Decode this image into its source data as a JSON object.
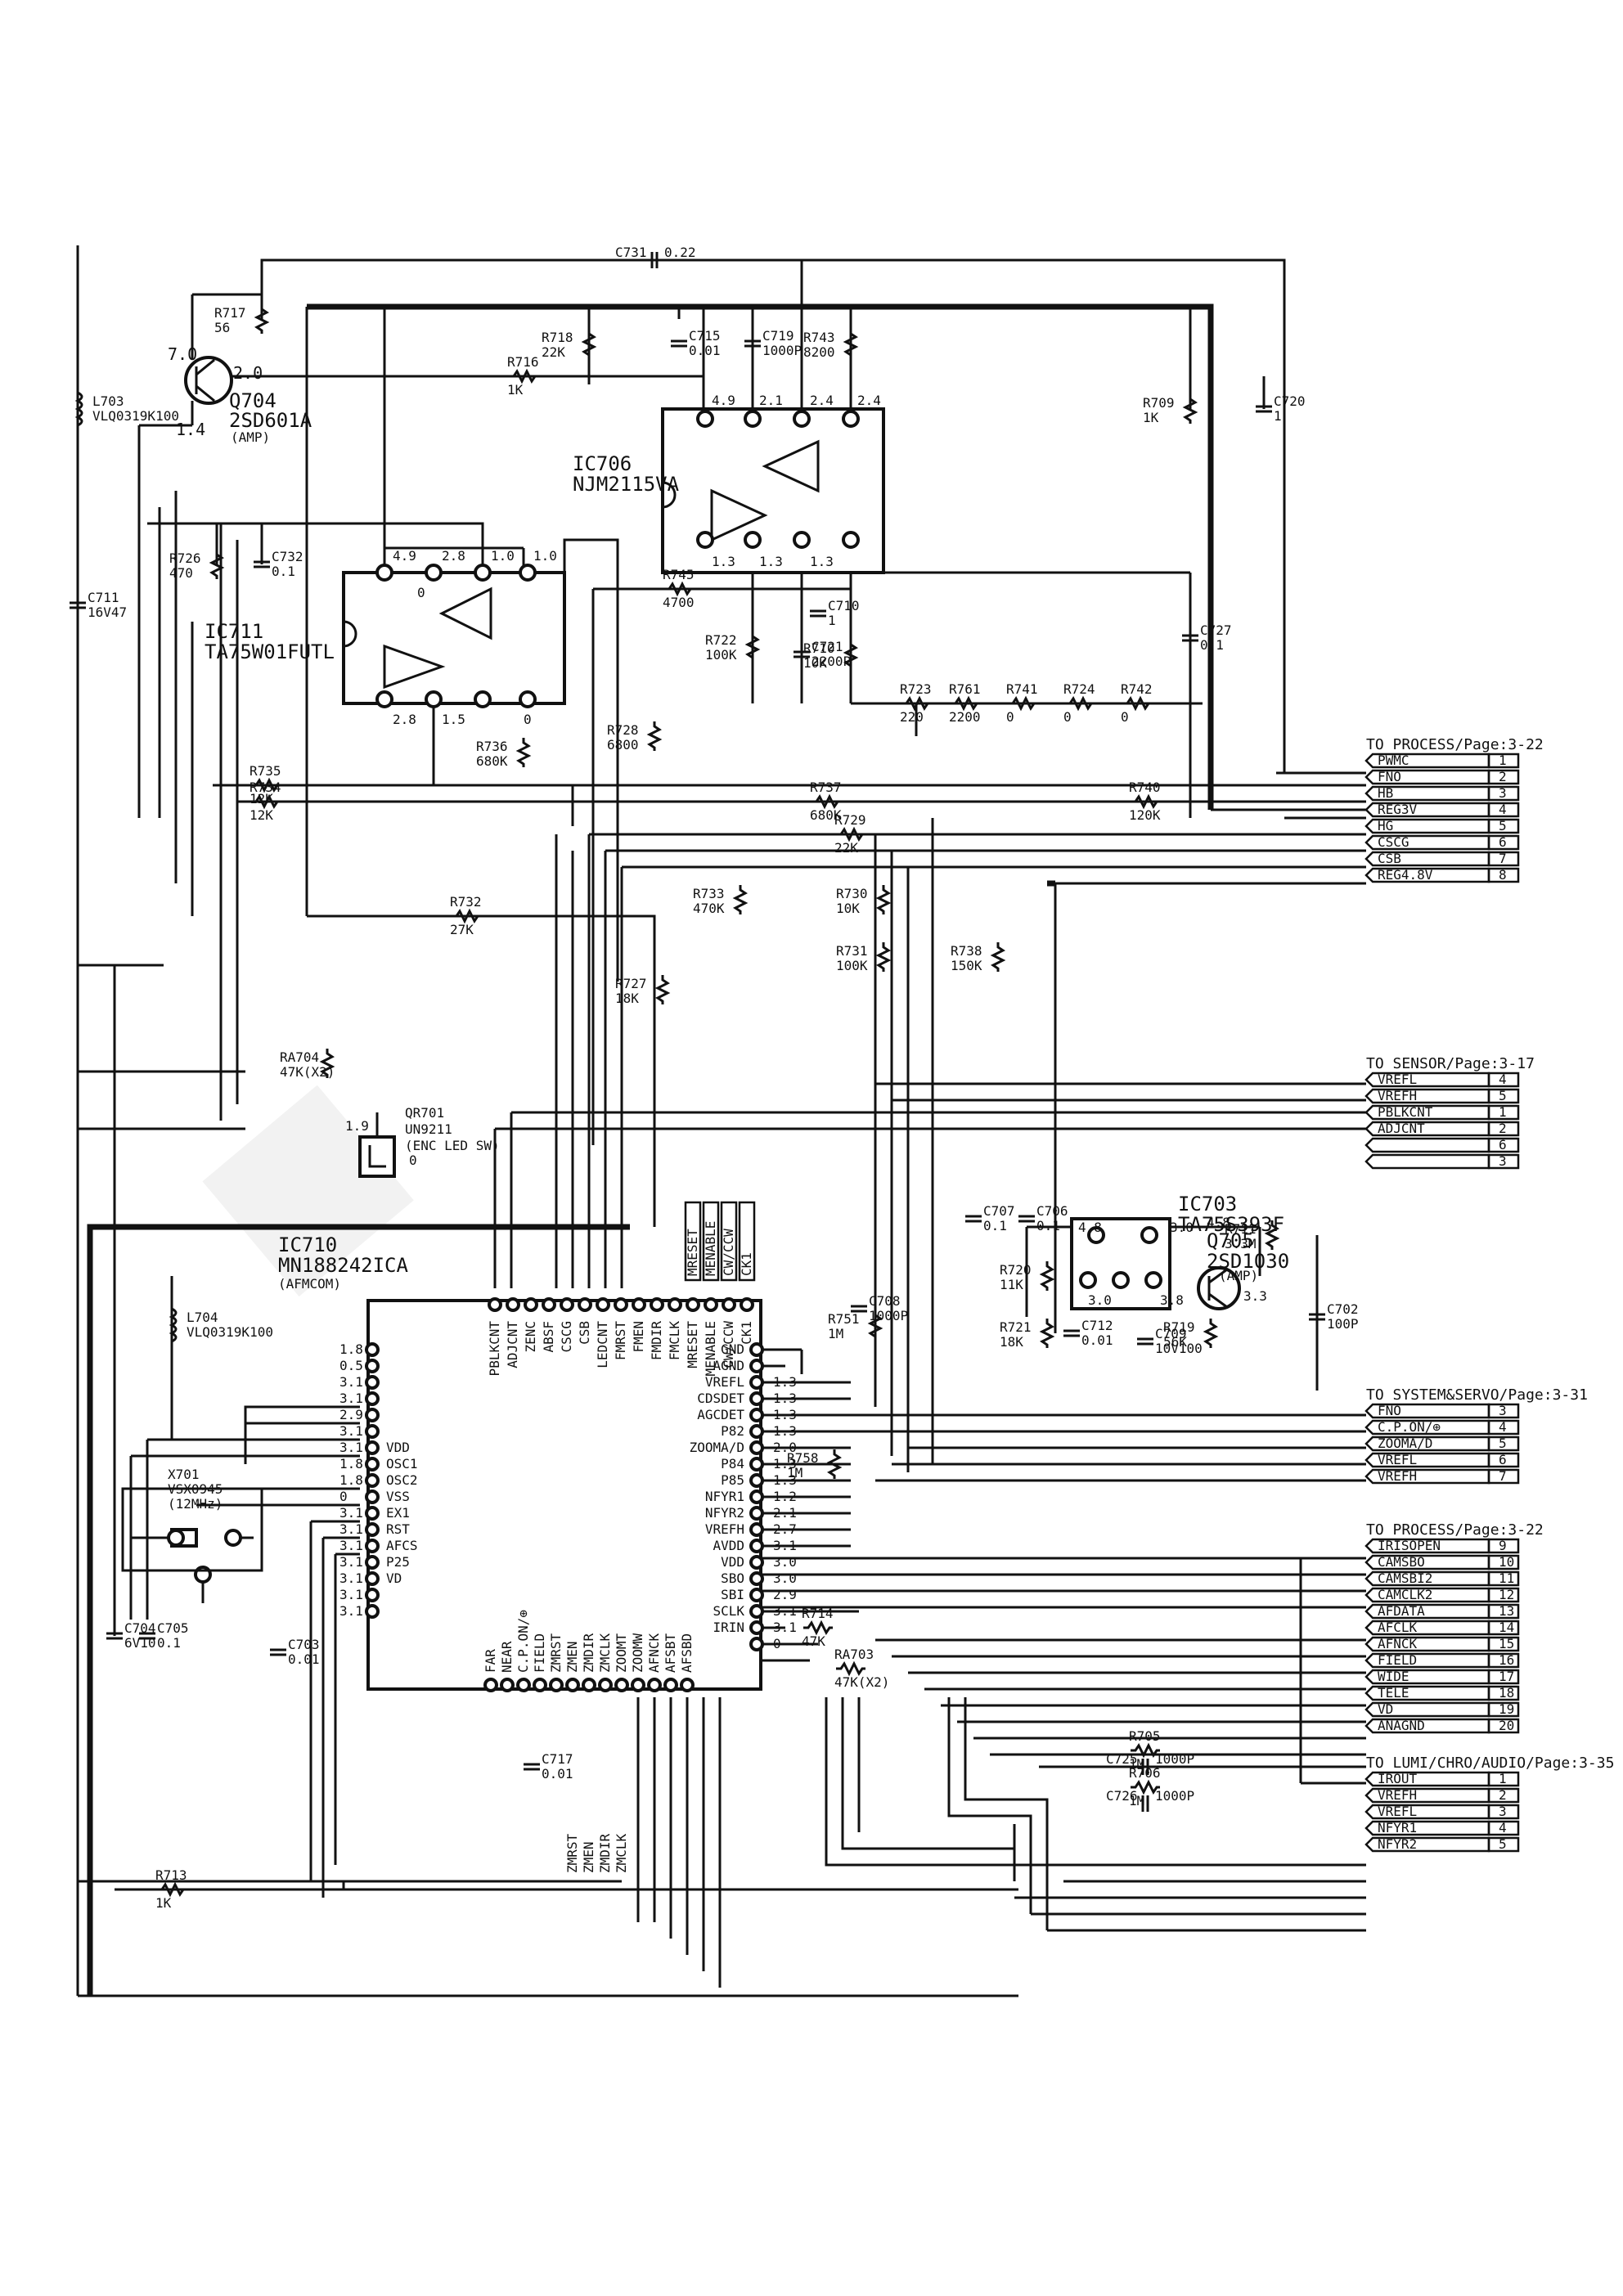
{
  "transistors": {
    "q704": {
      "ref": "Q704",
      "part": "2SD601A",
      "note": "(AMP)",
      "volt_c": "7.0",
      "volt_b": "2.0",
      "volt_e": "1.4"
    },
    "q705": {
      "ref": "Q705",
      "part": "2SD1030",
      "note": "(AMP)",
      "volt_a": "4.8",
      "volt_e": "3.3"
    },
    "qr701": {
      "ref": "QR701",
      "part": "UN9211",
      "note": "(ENC LED SW)",
      "volt_in": "1.9",
      "volt_out": "0"
    }
  },
  "ics": {
    "ic706": {
      "ref": "IC706",
      "part": "NJM2115VA",
      "pin_volts_top": [
        "4.9",
        "2.1",
        "2.4",
        "2.4"
      ],
      "pin_volts_bottom": [
        "1.3",
        "1.3",
        "1.3"
      ]
    },
    "ic711": {
      "ref": "IC711",
      "part": "TA75W01FUTL",
      "pin_volts_top": [
        "4.9",
        "2.8",
        "1.0",
        "1.0"
      ],
      "pin_volts_bottom": [
        "2.8",
        "1.5",
        "0"
      ],
      "pin_mid": "0"
    },
    "ic703": {
      "ref": "IC703",
      "part": "TA75S393F",
      "pin_volts": [
        "4.8",
        "3.0",
        "3.0",
        "3.8"
      ]
    },
    "ic710": {
      "ref": "IC710",
      "part": "MN188242ICA",
      "note": "(AFMCOM)",
      "left_pins": [
        {
          "v": "1.8",
          "name": ""
        },
        {
          "v": "0.5",
          "name": ""
        },
        {
          "v": "3.1",
          "name": ""
        },
        {
          "v": "3.1",
          "name": ""
        },
        {
          "v": "2.9",
          "name": ""
        },
        {
          "v": "3.1",
          "name": ""
        },
        {
          "v": "3.1",
          "name": "VDD"
        },
        {
          "v": "1.8",
          "name": "OSC1"
        },
        {
          "v": "1.8",
          "name": "OSC2"
        },
        {
          "v": "0",
          "name": "VSS"
        },
        {
          "v": "3.1",
          "name": "EX1"
        },
        {
          "v": "3.1",
          "name": "RST"
        },
        {
          "v": "3.1",
          "name": "AFCS"
        },
        {
          "v": "3.1",
          "name": "P25"
        },
        {
          "v": "3.1",
          "name": "VD"
        },
        {
          "v": "3.1",
          "name": ""
        },
        {
          "v": "3.1",
          "name": ""
        }
      ],
      "right_pins": [
        {
          "name": "GND",
          "v": ""
        },
        {
          "name": "AGND",
          "v": ""
        },
        {
          "name": "VREFL",
          "v": "1.3"
        },
        {
          "name": "CDSDET",
          "v": "1.3"
        },
        {
          "name": "AGCDET",
          "v": "1.3"
        },
        {
          "name": "P82",
          "v": "1.3"
        },
        {
          "name": "ZOOMA/D",
          "v": "2.0"
        },
        {
          "name": "P84",
          "v": "1.3"
        },
        {
          "name": "P85",
          "v": "1.3"
        },
        {
          "name": "NFYR1",
          "v": "1.2"
        },
        {
          "name": "NFYR2",
          "v": "2.1"
        },
        {
          "name": "VREFH",
          "v": "2.7"
        },
        {
          "name": "AVDD",
          "v": "3.1"
        },
        {
          "name": "VDD",
          "v": "3.0"
        },
        {
          "name": "SBO",
          "v": "3.0"
        },
        {
          "name": "SBI",
          "v": "2.9"
        },
        {
          "name": "SCLK",
          "v": "3.1"
        },
        {
          "name": "IRIN",
          "v": "3.1"
        },
        {
          "name": "",
          "v": "0"
        }
      ],
      "top_labels": [
        "PBLKCNT",
        "ADJCNT",
        "ZENC",
        "ABSF",
        "CSCG",
        "CSB",
        "LEDCNT",
        "FMRST",
        "FMEN",
        "FMDIR",
        "FMCLK"
      ],
      "top_boxed": [
        "MRESET",
        "MENABLE",
        "CW/CCW",
        "CK1"
      ],
      "bottom_labels": [
        "FAR",
        "NEAR",
        "C.P.ON/⊕",
        "FIELD",
        "ZMRST",
        "ZMEN",
        "ZMDIR",
        "ZMCLK",
        "ZOOMT",
        "ZOOMW",
        "AFNCK",
        "AFSBT",
        "AFSBD"
      ],
      "bottom_out": [
        "ZMRST",
        "ZMEN",
        "ZMDIR",
        "ZMCLK"
      ]
    }
  },
  "resistors": [
    {
      "ref": "R717",
      "val": "56"
    },
    {
      "ref": "R718",
      "val": "22K"
    },
    {
      "ref": "R716",
      "val": "1K"
    },
    {
      "ref": "R743",
      "val": "8200"
    },
    {
      "ref": "R709",
      "val": "1K"
    },
    {
      "ref": "R726",
      "val": "470"
    },
    {
      "ref": "R745",
      "val": "4700"
    },
    {
      "ref": "R722",
      "val": "100K"
    },
    {
      "ref": "R710",
      "val": "10K"
    },
    {
      "ref": "R723",
      "val": "220"
    },
    {
      "ref": "R761",
      "val": "2200"
    },
    {
      "ref": "R741",
      "val": "0"
    },
    {
      "ref": "R724",
      "val": "0"
    },
    {
      "ref": "R742",
      "val": "0"
    },
    {
      "ref": "R728",
      "val": "6800"
    },
    {
      "ref": "R736",
      "val": "680K"
    },
    {
      "ref": "R735",
      "val": "12K"
    },
    {
      "ref": "R734",
      "val": "12K"
    },
    {
      "ref": "R737",
      "val": "680K"
    },
    {
      "ref": "R740",
      "val": "120K"
    },
    {
      "ref": "R729",
      "val": "22K"
    },
    {
      "ref": "R732",
      "val": "27K"
    },
    {
      "ref": "R733",
      "val": "470K"
    },
    {
      "ref": "R730",
      "val": "10K"
    },
    {
      "ref": "R731",
      "val": "100K"
    },
    {
      "ref": "R738",
      "val": "150K"
    },
    {
      "ref": "R727",
      "val": "18K"
    },
    {
      "ref": "R711",
      "val": "3.3M"
    },
    {
      "ref": "R720",
      "val": "11K"
    },
    {
      "ref": "R721",
      "val": "18K"
    },
    {
      "ref": "R719",
      "val": "56K"
    },
    {
      "ref": "R751",
      "val": "1M"
    },
    {
      "ref": "R758",
      "val": "1M"
    },
    {
      "ref": "R714",
      "val": "47K"
    },
    {
      "ref": "R713",
      "val": "1K"
    },
    {
      "ref": "R705",
      "val": "1M"
    },
    {
      "ref": "R706",
      "val": "1M"
    },
    {
      "ref": "RA704",
      "val": "47K(X2)"
    },
    {
      "ref": "RA703",
      "val": "47K(X2)"
    }
  ],
  "capacitors": [
    {
      "ref": "C731",
      "val": "0.22"
    },
    {
      "ref": "C715",
      "val": "0.01"
    },
    {
      "ref": "C719",
      "val": "1000P"
    },
    {
      "ref": "C720",
      "val": "1"
    },
    {
      "ref": "C732",
      "val": "0.1"
    },
    {
      "ref": "C711",
      "val": "16V47"
    },
    {
      "ref": "C710",
      "val": "1"
    },
    {
      "ref": "C721",
      "val": "2200P"
    },
    {
      "ref": "C727",
      "val": "0.1"
    },
    {
      "ref": "C707",
      "val": "0.1"
    },
    {
      "ref": "C706",
      "val": "0.1"
    },
    {
      "ref": "C712",
      "val": "0.01"
    },
    {
      "ref": "C709",
      "val": "10V100"
    },
    {
      "ref": "C702",
      "val": "100P"
    },
    {
      "ref": "C708",
      "val": "1000P"
    },
    {
      "ref": "C704",
      "val": "6V10"
    },
    {
      "ref": "C705",
      "val": "0.1"
    },
    {
      "ref": "C703",
      "val": "0.01"
    },
    {
      "ref": "C717",
      "val": "0.01"
    },
    {
      "ref": "C725",
      "val": "1000P"
    },
    {
      "ref": "C726",
      "val": "1000P"
    }
  ],
  "coils": [
    {
      "ref": "L703",
      "val": "VLQ0319K100"
    },
    {
      "ref": "L704",
      "val": "VLQ0319K100"
    }
  ],
  "crystal": {
    "ref": "X701",
    "part": "VSX0945",
    "freq": "(12MHz)"
  },
  "connectors": [
    {
      "title": "TO PROCESS/Page:3-22",
      "rows": [
        {
          "sig": "PWMC",
          "pin": "1"
        },
        {
          "sig": "FNO",
          "pin": "2"
        },
        {
          "sig": "HB",
          "pin": "3"
        },
        {
          "sig": "REG3V",
          "pin": "4"
        },
        {
          "sig": "HG",
          "pin": "5"
        },
        {
          "sig": "CSCG",
          "pin": "6"
        },
        {
          "sig": "CSB",
          "pin": "7"
        },
        {
          "sig": "REG4.8V",
          "pin": "8"
        }
      ]
    },
    {
      "title": "TO SENSOR/Page:3-17",
      "rows": [
        {
          "sig": "VREFL",
          "pin": "4"
        },
        {
          "sig": "VREFH",
          "pin": "5"
        },
        {
          "sig": "PBLKCNT",
          "pin": "1"
        },
        {
          "sig": "ADJCNT",
          "pin": "2"
        },
        {
          "sig": "",
          "pin": "6"
        },
        {
          "sig": "",
          "pin": "3"
        }
      ]
    },
    {
      "title": "TO SYSTEM&SERVO/Page:3-31",
      "rows": [
        {
          "sig": "FNO",
          "pin": "3"
        },
        {
          "sig": "C.P.ON/⊕",
          "pin": "4"
        },
        {
          "sig": "ZOOMA/D",
          "pin": "5"
        },
        {
          "sig": "VREFL",
          "pin": "6"
        },
        {
          "sig": "VREFH",
          "pin": "7"
        }
      ]
    },
    {
      "title": "TO PROCESS/Page:3-22",
      "rows": [
        {
          "sig": "IRISOPEN",
          "pin": "9"
        },
        {
          "sig": "CAMSBO",
          "pin": "10"
        },
        {
          "sig": "CAMSBI2",
          "pin": "11"
        },
        {
          "sig": "CAMCLK2",
          "pin": "12"
        },
        {
          "sig": "AFDATA",
          "pin": "13"
        },
        {
          "sig": "AFCLK",
          "pin": "14"
        },
        {
          "sig": "AFNCK",
          "pin": "15"
        },
        {
          "sig": "FIELD",
          "pin": "16"
        },
        {
          "sig": "WIDE",
          "pin": "17"
        },
        {
          "sig": "TELE",
          "pin": "18"
        },
        {
          "sig": "VD",
          "pin": "19"
        },
        {
          "sig": "ANAGND",
          "pin": "20"
        }
      ]
    },
    {
      "title": "TO LUMI/CHRO/AUDIO/Page:3-35",
      "rows": [
        {
          "sig": "IROUT",
          "pin": "1"
        },
        {
          "sig": "VREFH",
          "pin": "2"
        },
        {
          "sig": "VREFL",
          "pin": "3"
        },
        {
          "sig": "NFYR1",
          "pin": "4"
        },
        {
          "sig": "NFYR2",
          "pin": "5"
        }
      ]
    }
  ]
}
